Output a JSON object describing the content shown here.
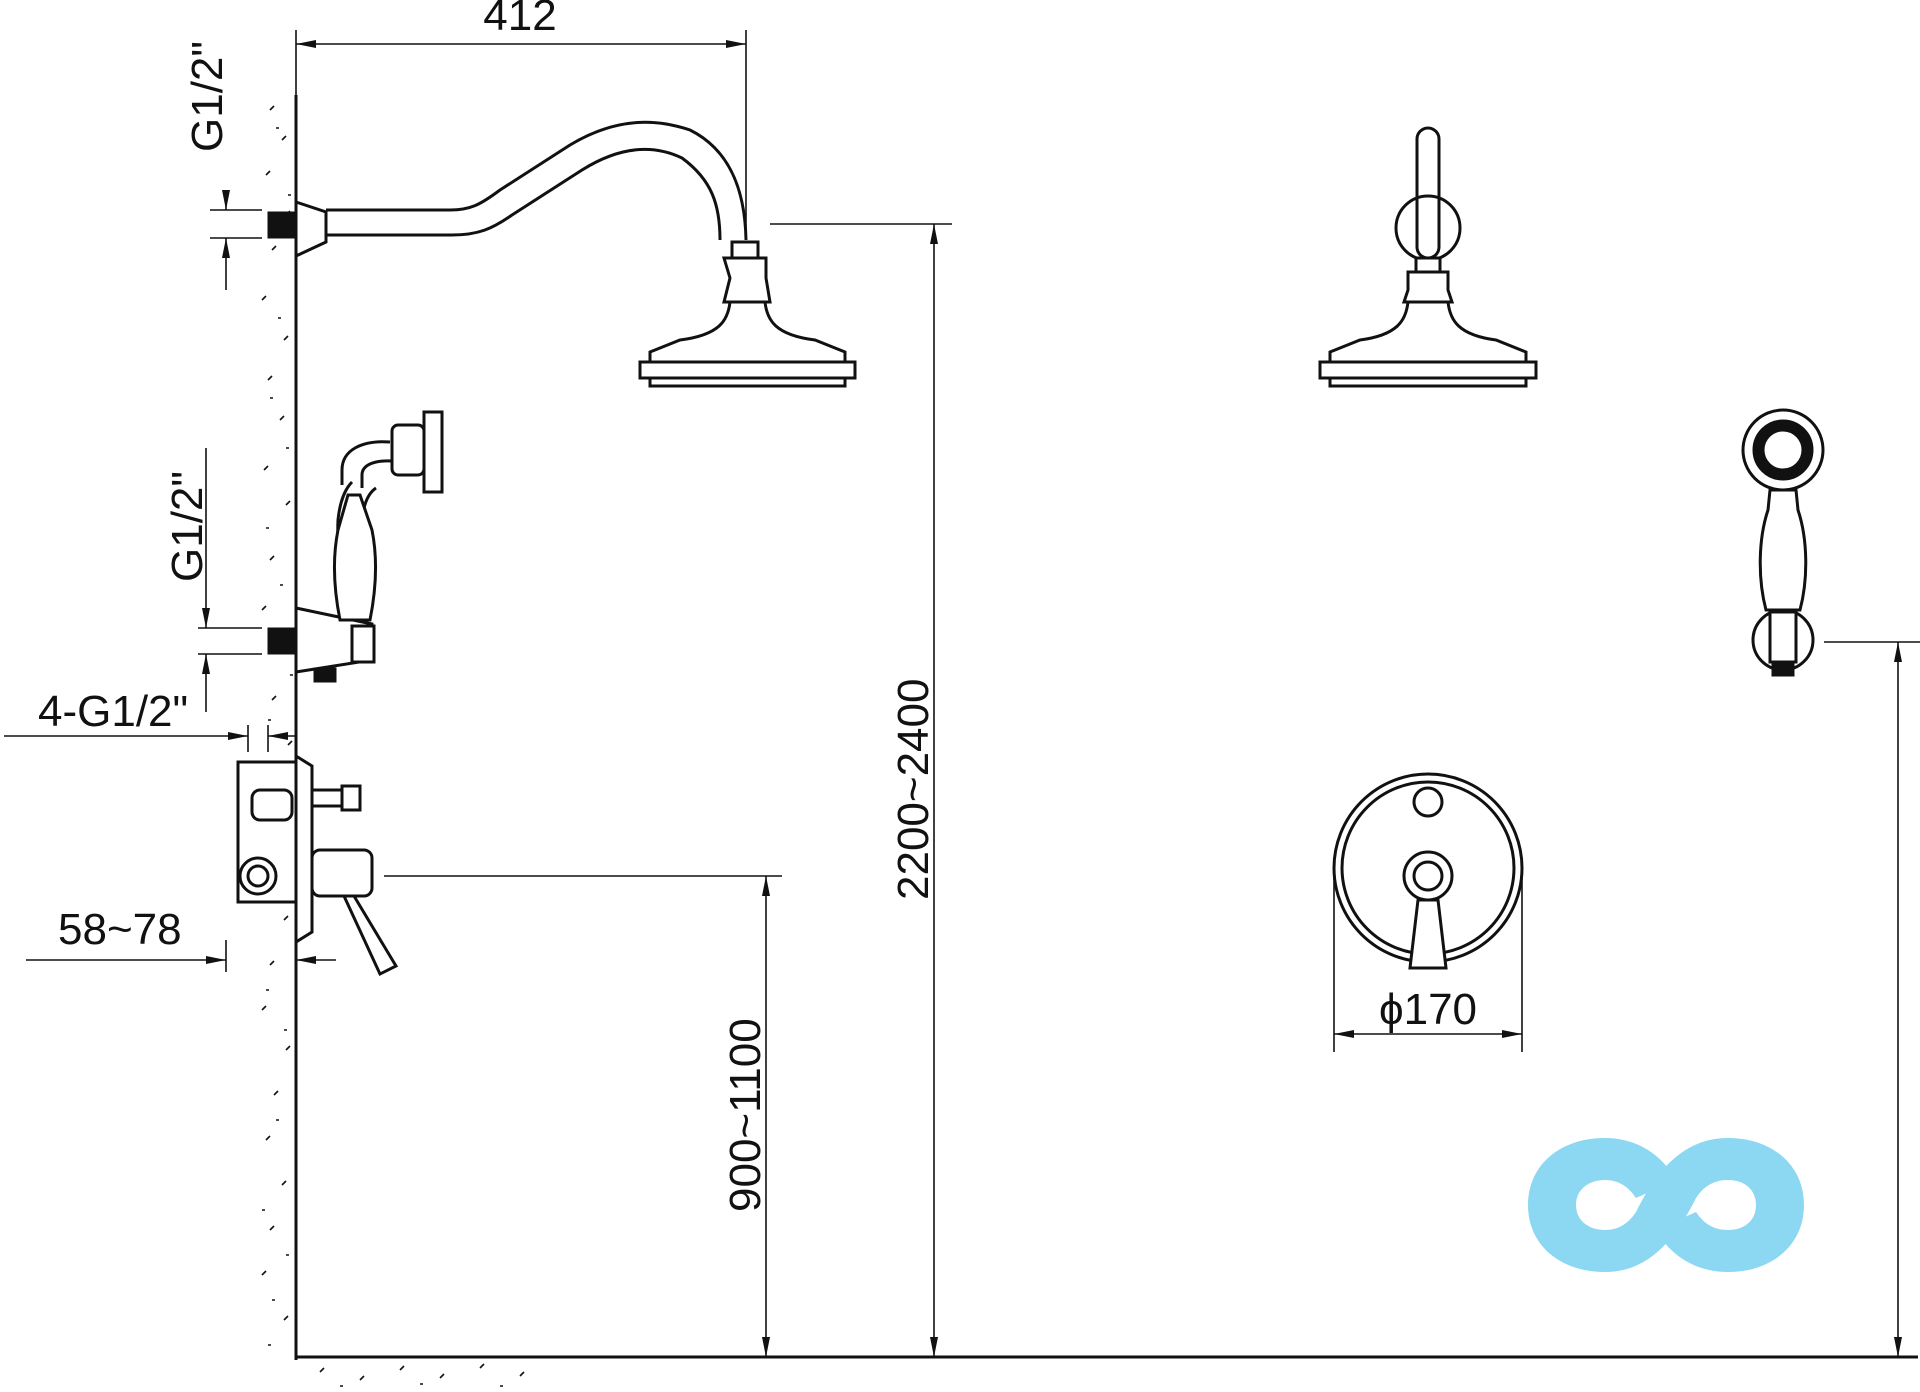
{
  "dimensions": {
    "arm_length": "412",
    "top_inlet_thread": "G1/2\"",
    "hand_shower_inlet_thread": "G1/2\"",
    "mixer_connections": "4-G1/2\"",
    "wall_depth": "58~78",
    "shower_head_height": "2200~2400",
    "mixer_height": "900~1100",
    "plate_diameter": "ϕ170"
  },
  "logo": {
    "name": "infinity-logo",
    "color": "#7fd3ef"
  }
}
